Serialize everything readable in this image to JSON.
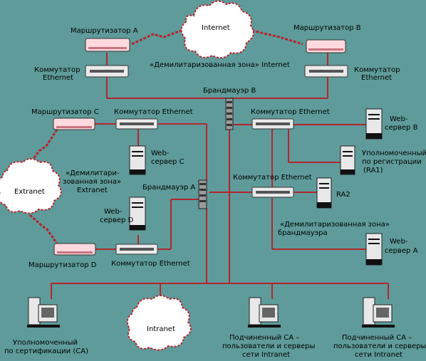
{
  "labels": {
    "router_a": "Маршрутизатор A",
    "router_b": "Маршрутизатор B",
    "router_c": "Маршрутизатор C",
    "router_d": "Маршрутизатор D",
    "internet": "Internet",
    "extranet": "Extranet",
    "intranet": "Intranet",
    "switch_left_1": "Коммутатор",
    "switch_left_2": "Ethernet",
    "switch_right_1": "Коммутатор",
    "switch_right_2": "Ethernet",
    "dmz_internet": "«Демилитаризованная зона» Internet",
    "firewall_b": "Брандмауэр B",
    "firewall_a": "Брандмауэр A",
    "switch_c": "Коммутатор Ethernet",
    "switch_r1": "Коммутатор Ethernet",
    "switch_r2": "Коммутатор Ethernet",
    "switch_d": "Коммутатор Ethernet",
    "web_c_1": "Web-",
    "web_c_2": "сервер C",
    "web_b_1": "Web-",
    "web_b_2": "сервер B",
    "web_d_1": "Web-",
    "web_d_2": "сервер D",
    "web_a_1": "Web-",
    "web_a_2": "сервер A",
    "ra1_1": "Уполномоченный",
    "ra1_2": "по регистрации",
    "ra1_3": "(RA1)",
    "ra2": "RA2",
    "dmz_extranet_1": "«Демилитари-",
    "dmz_extranet_2": "зованная зона»",
    "dmz_extranet_3": "Extranet",
    "dmz_fw_1": "«Демилитаризованная зона»",
    "dmz_fw_2": "брандмауэра",
    "ca_1": "Уполномоченный",
    "ca_2": "по сертификации (CA)",
    "sub_ca1_1": "Подчиненный CA –",
    "sub_ca1_2": "пользователи и серверы",
    "sub_ca1_3": "сети Intranet",
    "sub_ca2_1": "Подчиненный CA –",
    "sub_ca2_2": "пользователи и серверы",
    "sub_ca2_3": "сети Intranet"
  },
  "colors": {
    "background": "#5f9b9b",
    "wire": "#b3262b"
  }
}
